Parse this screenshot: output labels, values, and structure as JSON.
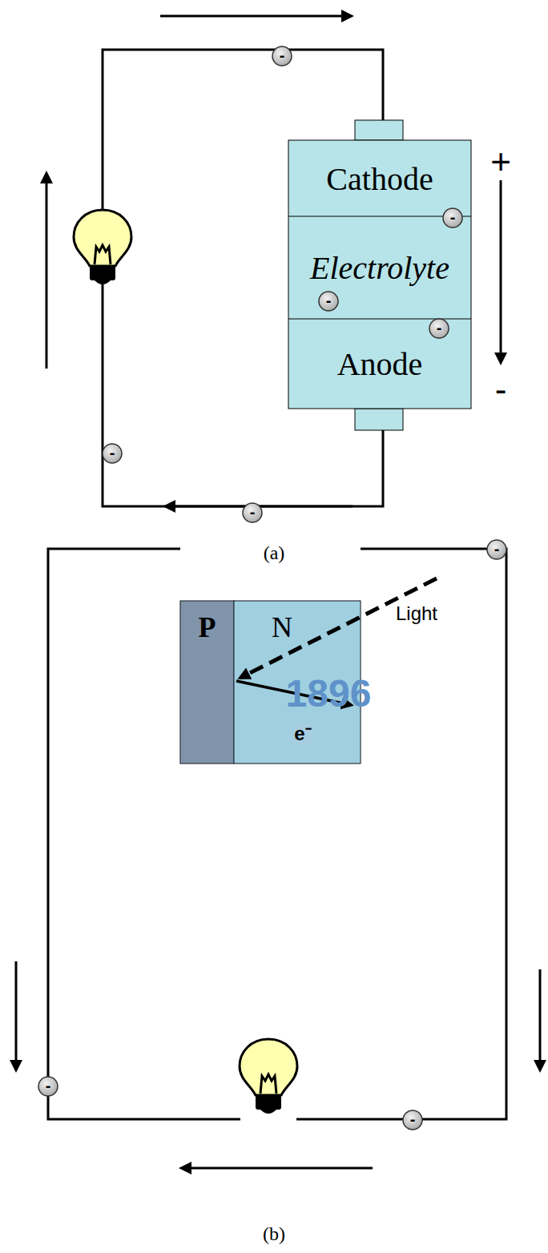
{
  "diagram": {
    "nodes": [
      {
        "text": [
          "Cathode"
        ]
      },
      {
        "text": [
          "Electrolyte"
        ]
      },
      {
        "text": [
          "Anode"
        ]
      },
      {
        "text": [
          "P"
        ]
      },
      {
        "text": [
          "N"
        ]
      }
    ],
    "labels": [
      "+",
      "-",
      "-",
      "-",
      "-",
      "-",
      "-",
      "-",
      "(a)",
      "Light",
      "e⁻",
      "1896",
      "-",
      "-",
      "-",
      "(b)"
    ]
  }
}
